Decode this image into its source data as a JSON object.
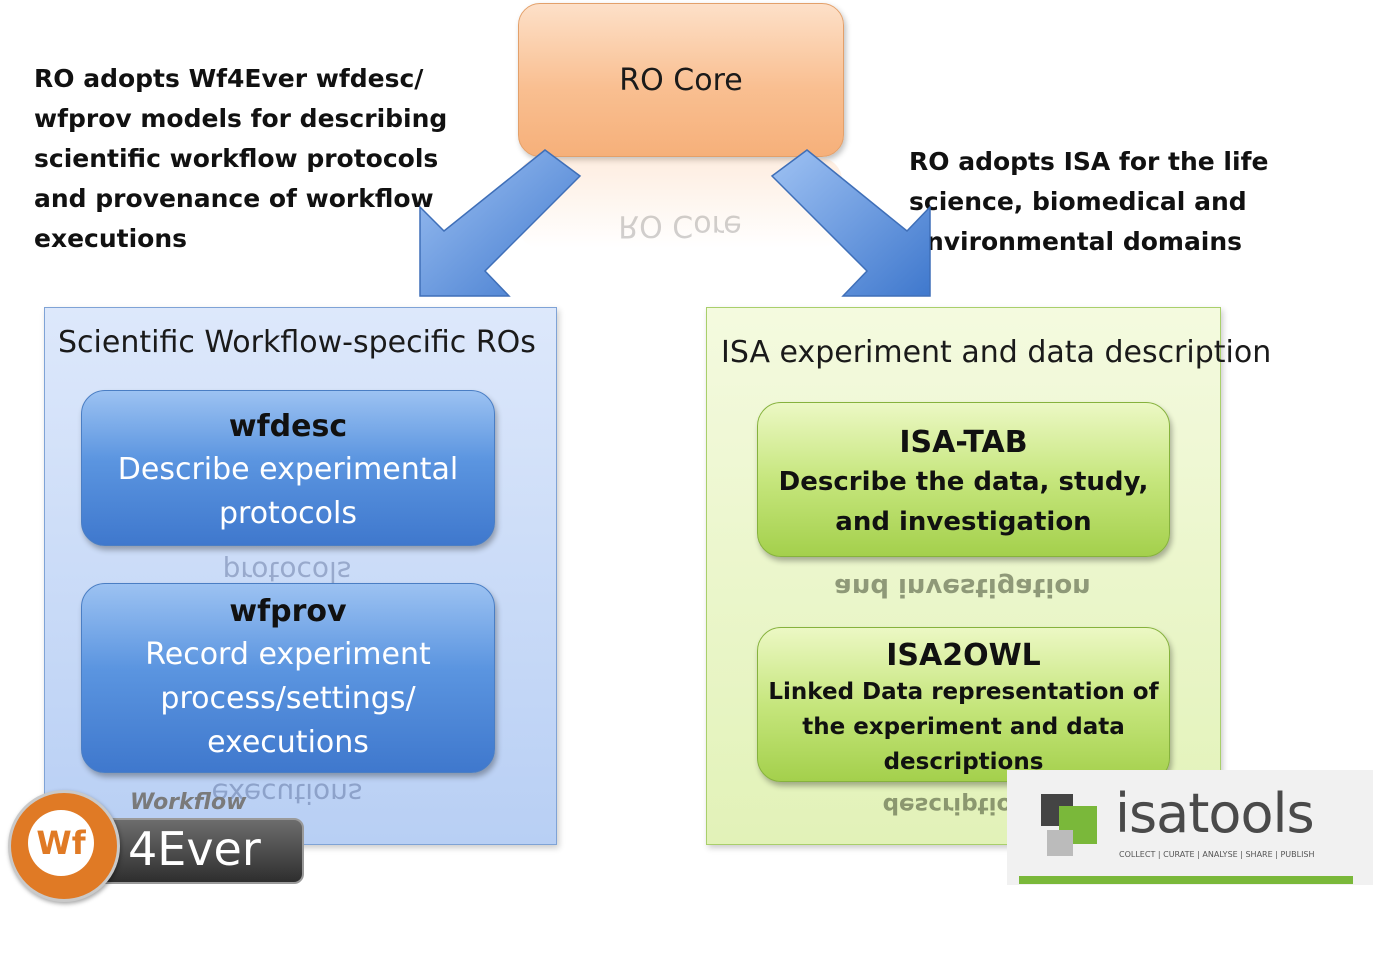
{
  "core": {
    "label": "RO Core"
  },
  "left_note": [
    "RO adopts Wf4Ever wfdesc/",
    "wfprov models for describing",
    "scientific workflow protocols",
    "and provenance of workflow",
    "executions"
  ],
  "right_note": [
    "RO adopts ISA for the life",
    "science, biomedical and",
    "environmental domains"
  ],
  "left_panel": {
    "title": "Scientific Workflow-specific ROs",
    "boxes": [
      {
        "title": "wfdesc",
        "lines": [
          "Describe experimental",
          "protocols"
        ]
      },
      {
        "title": "wfprov",
        "lines": [
          "Record experiment",
          "process/settings/",
          "executions"
        ]
      }
    ]
  },
  "right_panel": {
    "title": "ISA experiment and data description",
    "boxes": [
      {
        "title": "ISA-TAB",
        "lines": [
          "Describe the data, study,",
          "and investigation"
        ]
      },
      {
        "title": "ISA2OWL",
        "lines": [
          "Linked Data representation of",
          "the experiment and data",
          "descriptions"
        ]
      }
    ]
  },
  "logos": {
    "wf4ever": {
      "badge": "Wf",
      "script": "Workflow",
      "main": "4Ever"
    },
    "isatools": {
      "name": "isatools",
      "tagline": "COLLECT | CURATE | ANALYSE | SHARE | PUBLISH"
    }
  },
  "colors": {
    "arrow": "#5b93e2",
    "core": "#f9bf91",
    "blue_box": "#5b95e0",
    "green_box": "#a4d04c",
    "isatools_green": "#7ab83a"
  }
}
